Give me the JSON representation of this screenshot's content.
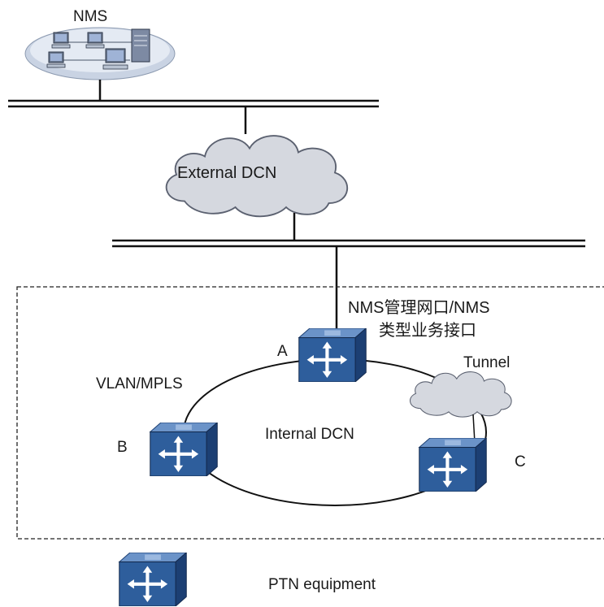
{
  "labels": {
    "nms": "NMS",
    "external_dcn": "External DCN",
    "interface_line1": "NMS管理网口/NMS",
    "interface_line2": "类型业务接口",
    "tunnel": "Tunnel",
    "vlan_mpls": "VLAN/MPLS",
    "internal_dcn": "Internal DCN",
    "node_a": "A",
    "node_b": "B",
    "node_c": "C",
    "legend_ptn": "PTN equipment"
  },
  "colors": {
    "line": "#111111",
    "cloud_fill": "#d5d8df",
    "cloud_stroke": "#5b6170",
    "ptn_front": "#2e5e9c",
    "ptn_top": "#6b93c8",
    "ptn_side": "#1c3f73",
    "nms_base": "#c9d3e3"
  },
  "icons": {
    "nms": "workstation-cluster-icon",
    "ptn": "ptn-router-icon",
    "cloud": "cloud-icon"
  }
}
